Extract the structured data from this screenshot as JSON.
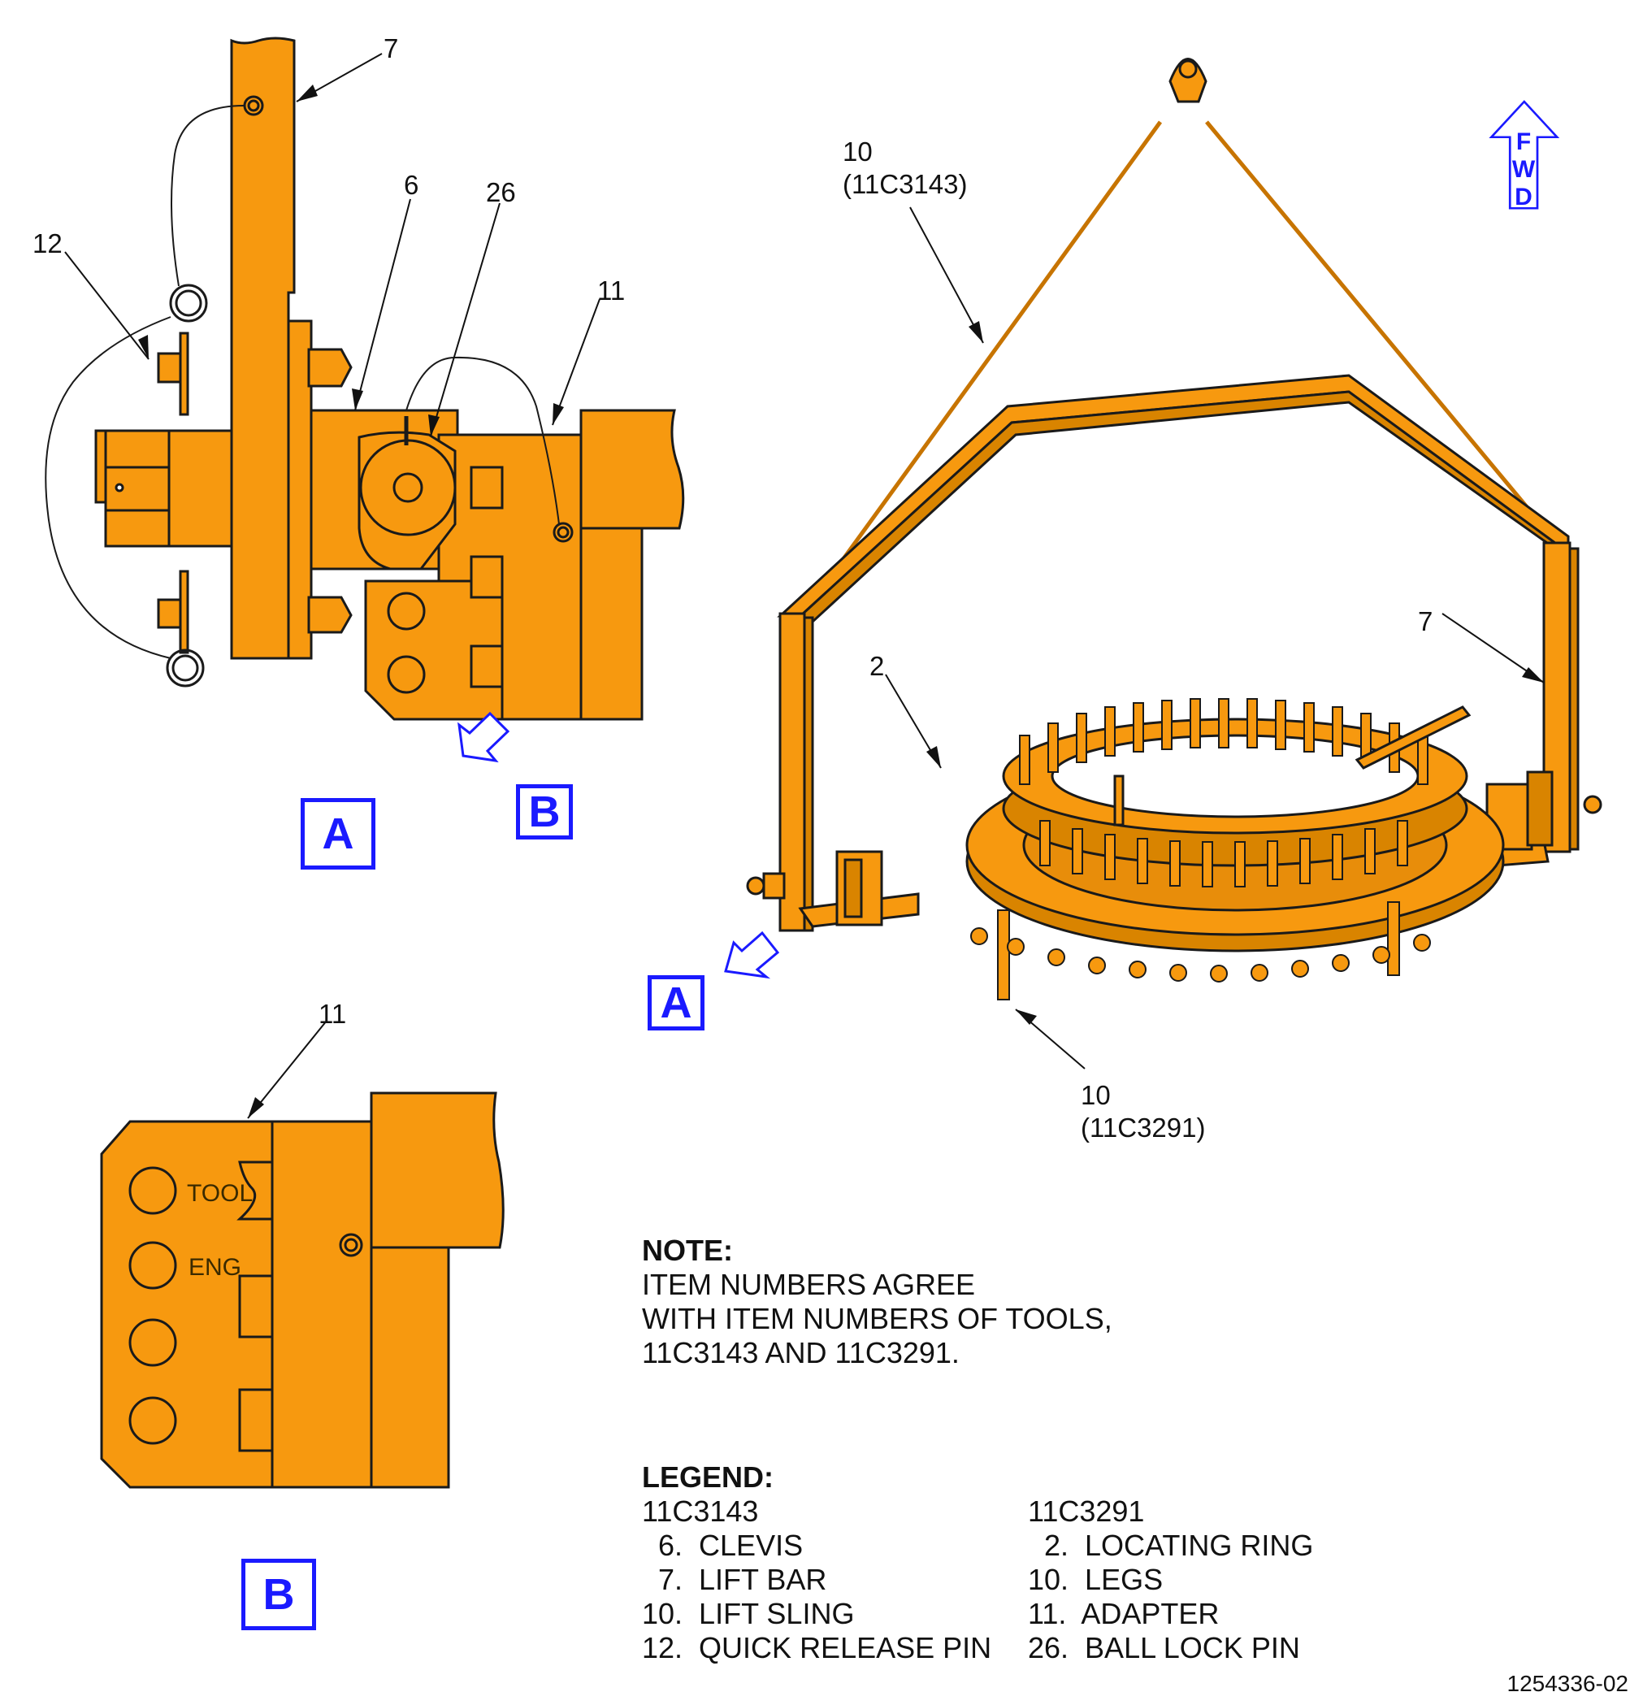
{
  "colors": {
    "part_fill": "#f7990f",
    "outline": "#1a1a1a",
    "view_label": "#1a1aff"
  },
  "callouts": {
    "a7": "7",
    "a6": "6",
    "a26": "26",
    "a12": "12",
    "a11": "11",
    "main10_top": "10\n(11C3143)",
    "main7": "7",
    "main2": "2",
    "main10_bottom": "10\n(11C3291)",
    "b11": "11"
  },
  "view_labels": {
    "view_a_detail": "A",
    "view_b_arrow": "B",
    "view_a_main": "A",
    "view_b_detail": "B"
  },
  "engraving": {
    "tool": "TOOL",
    "eng": "ENG"
  },
  "fwd": {
    "line1": "F",
    "line2": "W",
    "line3": "D"
  },
  "note": {
    "heading": "NOTE:",
    "line1": "ITEM NUMBERS AGREE",
    "line2": "WITH ITEM NUMBERS OF TOOLS,",
    "line3": "11C3143 AND 11C3291."
  },
  "legend": {
    "heading": "LEGEND:",
    "left": {
      "title": "11C3143",
      "items": [
        "  6.  CLEVIS",
        "  7.  LIFT BAR",
        "10.  LIFT SLING",
        "12.  QUICK RELEASE PIN"
      ]
    },
    "right": {
      "title": "11C3291",
      "items": [
        "  2.  LOCATING RING",
        "10.  LEGS",
        "11.  ADAPTER",
        "26.  BALL LOCK PIN"
      ]
    }
  },
  "figure_number": "1254336-02"
}
